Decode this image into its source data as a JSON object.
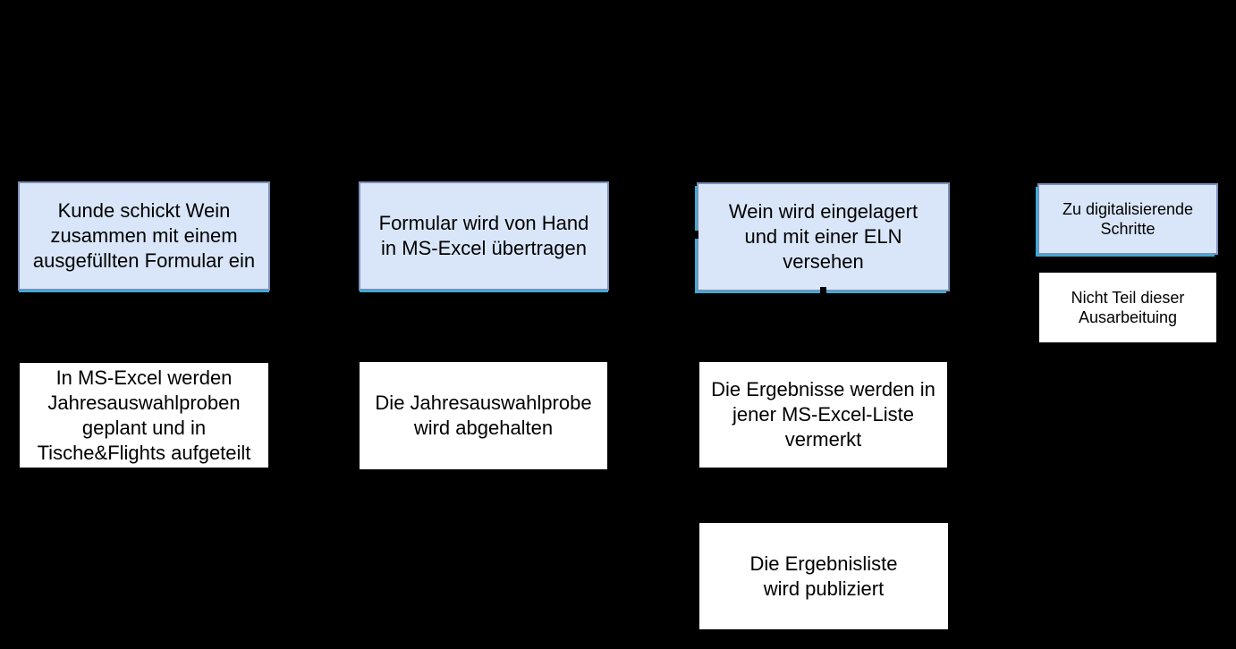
{
  "canvas": {
    "background": "#000000"
  },
  "colors": {
    "process_fill": "#d9e6f9",
    "process_border": "#7d90ba",
    "accent_cyan": "#2ab4dc",
    "manual_fill": "#ffffff",
    "text": "#000000"
  },
  "flow": {
    "steps": [
      {
        "id": "kunde-schickt-wein",
        "type": "digital",
        "label": "Kunde schickt Wein\nzusammen mit einem\nausgefüllten Formular ein"
      },
      {
        "id": "formular-uebertragen",
        "type": "digital",
        "label": "Formular wird von Hand\nin MS-Excel übertragen"
      },
      {
        "id": "wein-eingelagert",
        "type": "digital",
        "label": "Wein wird eingelagert\nund mit einer ELN\nversehen"
      },
      {
        "id": "jahresauswahlproben-geplant",
        "type": "manual",
        "label": "In MS-Excel werden\nJahresauswahlproben\ngeplant und in\nTische&Flights aufgeteilt"
      },
      {
        "id": "jahresauswahlprobe-abgehalten",
        "type": "manual",
        "label": "Die Jahresauswahlprobe\nwird abgehalten"
      },
      {
        "id": "ergebnisse-vermerkt",
        "type": "manual",
        "label": "Die Ergebnisse werden in\njener MS-Excel-Liste\nvermerkt"
      },
      {
        "id": "ergebnisliste-publiziert",
        "type": "manual",
        "label": "Die Ergebnisliste\nwird publiziert"
      }
    ]
  },
  "legend": {
    "digital_label": "Zu digitalisierende\nSchritte",
    "manual_label": "Nicht Teil dieser\nAusarbeituing"
  }
}
